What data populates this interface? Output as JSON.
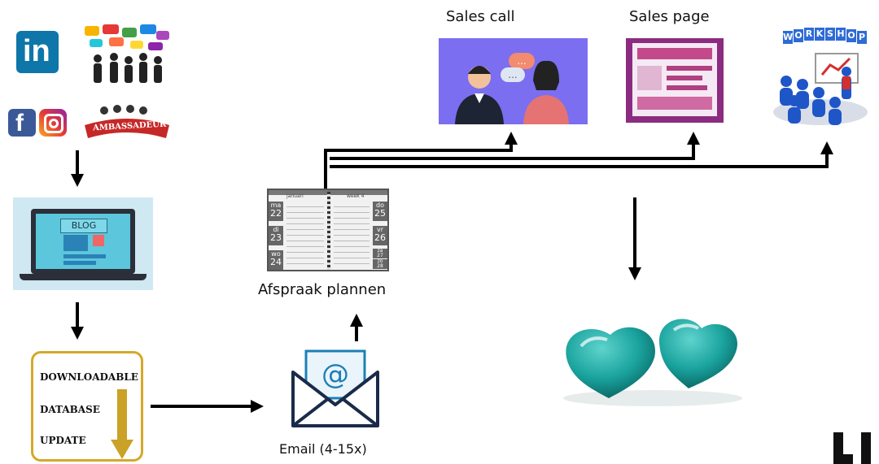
{
  "labels": {
    "sales_call": "Sales call",
    "sales_page": "Sales page",
    "afspraak": "Afspraak plannen",
    "email": "Email (4-15x)"
  },
  "linkedin": {
    "text": "in"
  },
  "ambassadeur": {
    "text": "AMBASSADEUR"
  },
  "blog": {
    "text": "BLOG"
  },
  "workshop": {
    "letters": [
      "W",
      "O",
      "R",
      "K",
      "S",
      "H",
      "O",
      "P"
    ]
  },
  "downloadable": {
    "line1": "DOWNLOADABLE",
    "line2": "DATABASE",
    "line3": "UPDATE"
  },
  "planner": {
    "left_days": [
      {
        "abbr": "ma",
        "num": "22"
      },
      {
        "abbr": "di",
        "num": "23"
      },
      {
        "abbr": "wo",
        "num": "24"
      }
    ],
    "right_days": [
      {
        "abbr": "do",
        "num": "25"
      },
      {
        "abbr": "vr",
        "num": "26"
      },
      {
        "abbr": "za",
        "num": "27"
      },
      {
        "abbr": "zo",
        "num": "28"
      }
    ],
    "left_header": "januari",
    "right_header": "week 4"
  },
  "colors": {
    "salescall_bg": "#7b6ef0",
    "salespage_bg": "#8b2c80",
    "blog_bg": "#cfe8f2",
    "heart": "#1aa39e",
    "arrow": "#000000",
    "downloadable_border": "#d4a82a",
    "linkedin": "#0e76a8"
  },
  "icons": [
    "linkedin-icon",
    "facebook-icon",
    "instagram-icon",
    "crowd-speech-bubbles-icon",
    "email-envelope-icon"
  ]
}
